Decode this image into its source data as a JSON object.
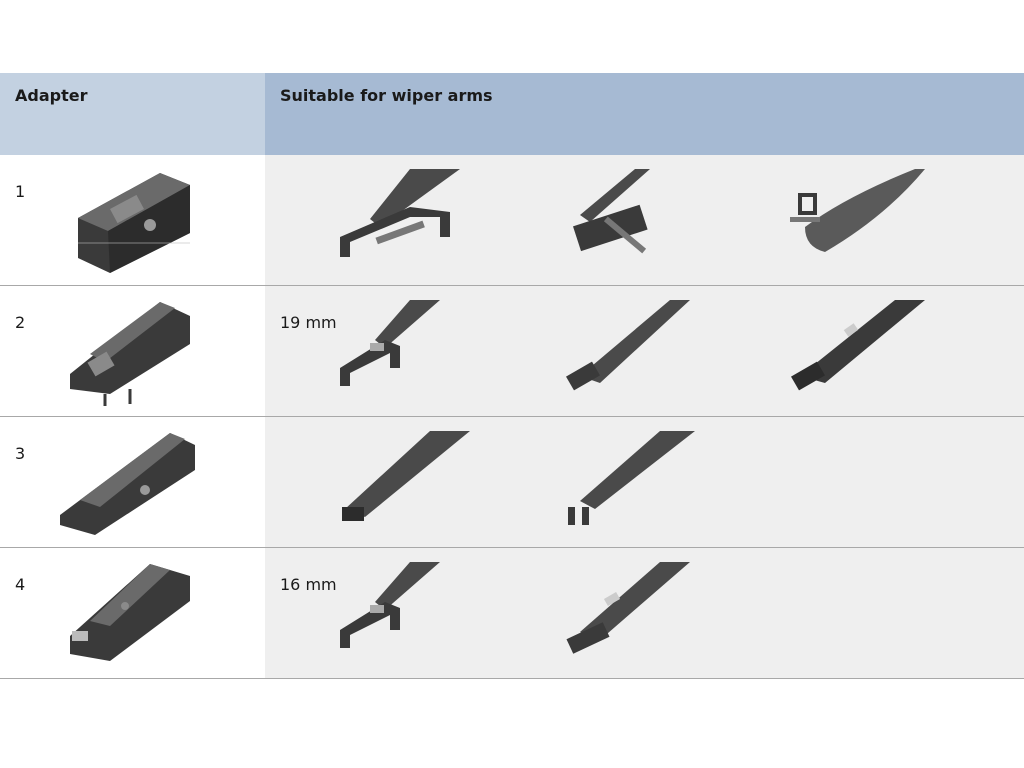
{
  "header": {
    "adapter": "Adapter",
    "arms": "Suitable for wiper arms"
  },
  "rows": [
    {
      "number": "1",
      "size": "",
      "arm_icons": [
        "hook-arm-icon",
        "side-pin-arm-icon",
        "top-lock-arm-icon"
      ]
    },
    {
      "number": "2",
      "size": "19 mm",
      "arm_icons": [
        "hook-arm-icon",
        "push-button-arm-icon",
        "side-lock-arm-icon"
      ]
    },
    {
      "number": "3",
      "size": "",
      "arm_icons": [
        "pinch-tab-arm-icon",
        "claw-arm-icon"
      ]
    },
    {
      "number": "4",
      "size": "16 mm",
      "arm_icons": [
        "hook-arm-icon",
        "bayonet-arm-icon"
      ]
    }
  ],
  "colors": {
    "header_adapter_bg": "#c3d1e1",
    "header_arms_bg": "#a6bad3",
    "arms_cell_bg": "#efefef",
    "part_dark": "#3a3a3a",
    "part_mid": "#6a6a6a",
    "part_light": "#9a9a9a"
  }
}
